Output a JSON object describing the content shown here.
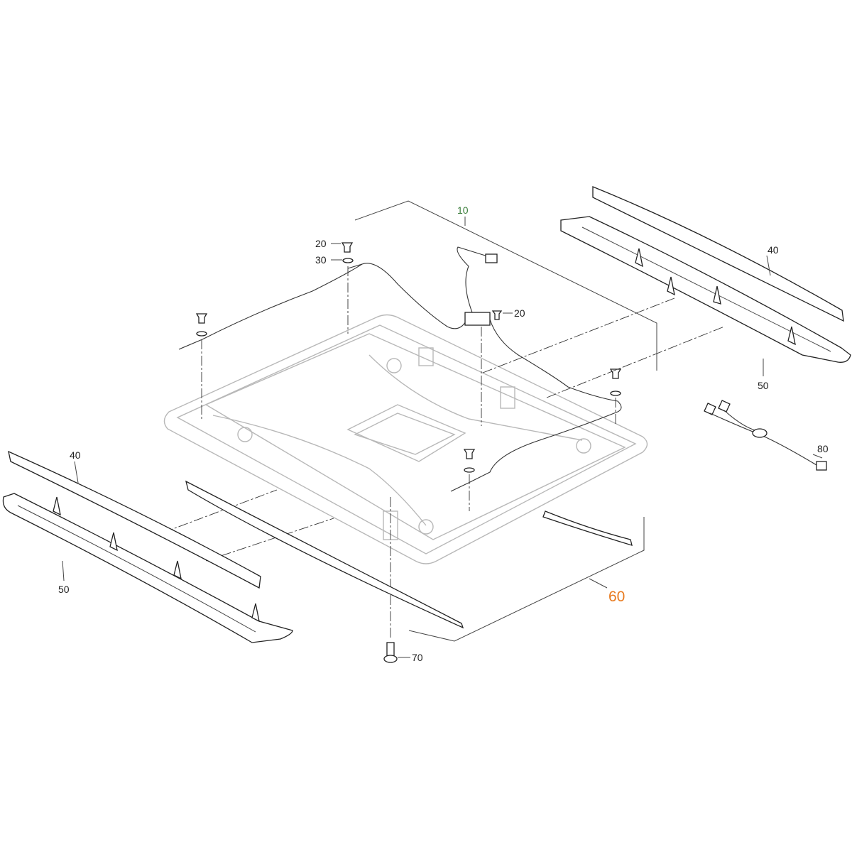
{
  "callouts": {
    "assembly_10": "10",
    "screw_20_top": "20",
    "washer_30": "30",
    "screw_20_right": "20",
    "cover_40_right": "40",
    "bracket_50_right": "50",
    "harness_80": "80",
    "cover_40_left": "40",
    "bracket_50_left": "50",
    "kit_60": "60",
    "screw_70": "70"
  },
  "colors": {
    "assembly_label": "#3a7d3a",
    "highlight_label": "#e87a1e"
  }
}
